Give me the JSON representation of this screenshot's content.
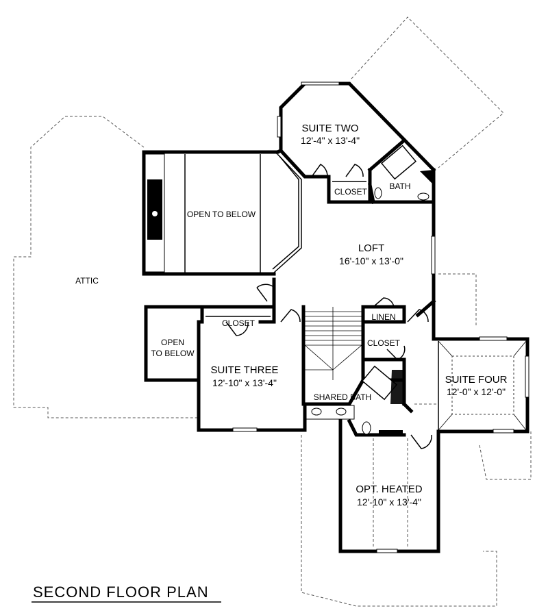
{
  "plan": {
    "title": "SECOND FLOOR PLAN",
    "rooms": {
      "suite_two": {
        "name": "SUITE TWO",
        "dim": "12'-4\" x 13'-4\""
      },
      "loft": {
        "name": "LOFT",
        "dim": "16'-10\" x 13'-0\""
      },
      "suite_three": {
        "name": "SUITE THREE",
        "dim": "12'-10\" x 13'-4\""
      },
      "suite_four": {
        "name": "SUITE FOUR",
        "dim": "12'-0\" x 12'-0\""
      },
      "opt_heated": {
        "name": "OPT. HEATED",
        "dim": "12'-10\" x 13'-4\""
      }
    },
    "labels": {
      "open_to_below_main": "OPEN TO BELOW",
      "open_to_below_small_1": "OPEN",
      "open_to_below_small_2": "TO BELOW",
      "attic": "ATTIC",
      "closet_suite_two": "CLOSET",
      "bath": "BATH",
      "closet_suite_three": "CLOSET",
      "linen": "LINEN",
      "closet_hall": "CLOSET",
      "shared_bath": "SHARED BATH"
    }
  }
}
